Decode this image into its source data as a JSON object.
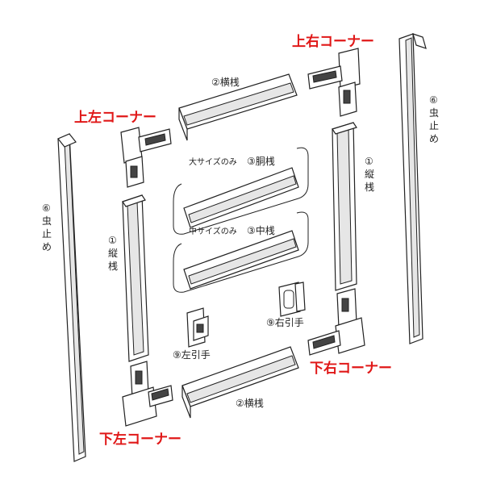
{
  "labels": {
    "upper_left_corner": "上左コーナー",
    "upper_right_corner": "上右コーナー",
    "lower_left_corner": "下左コーナー",
    "lower_right_corner": "下右コーナー",
    "top_rail": "②横桟",
    "bottom_rail": "②横桟",
    "waist_rail": "③胴桟",
    "middle_rail": "③中桟",
    "waist_note": "大サイズのみ",
    "middle_note": "中サイズのみ",
    "left_handle": "⑨左引手",
    "right_handle": "⑨右引手",
    "left_stile": [
      "①",
      "縦",
      "桟"
    ],
    "right_stile": [
      "①",
      "縦",
      "桟"
    ],
    "left_insect_stop": [
      "⑥",
      "虫",
      "止",
      "め"
    ],
    "right_insect_stop": [
      "⑥",
      "虫",
      "止",
      "め"
    ]
  },
  "colors": {
    "accent": "#e01818",
    "ink": "#222222"
  }
}
